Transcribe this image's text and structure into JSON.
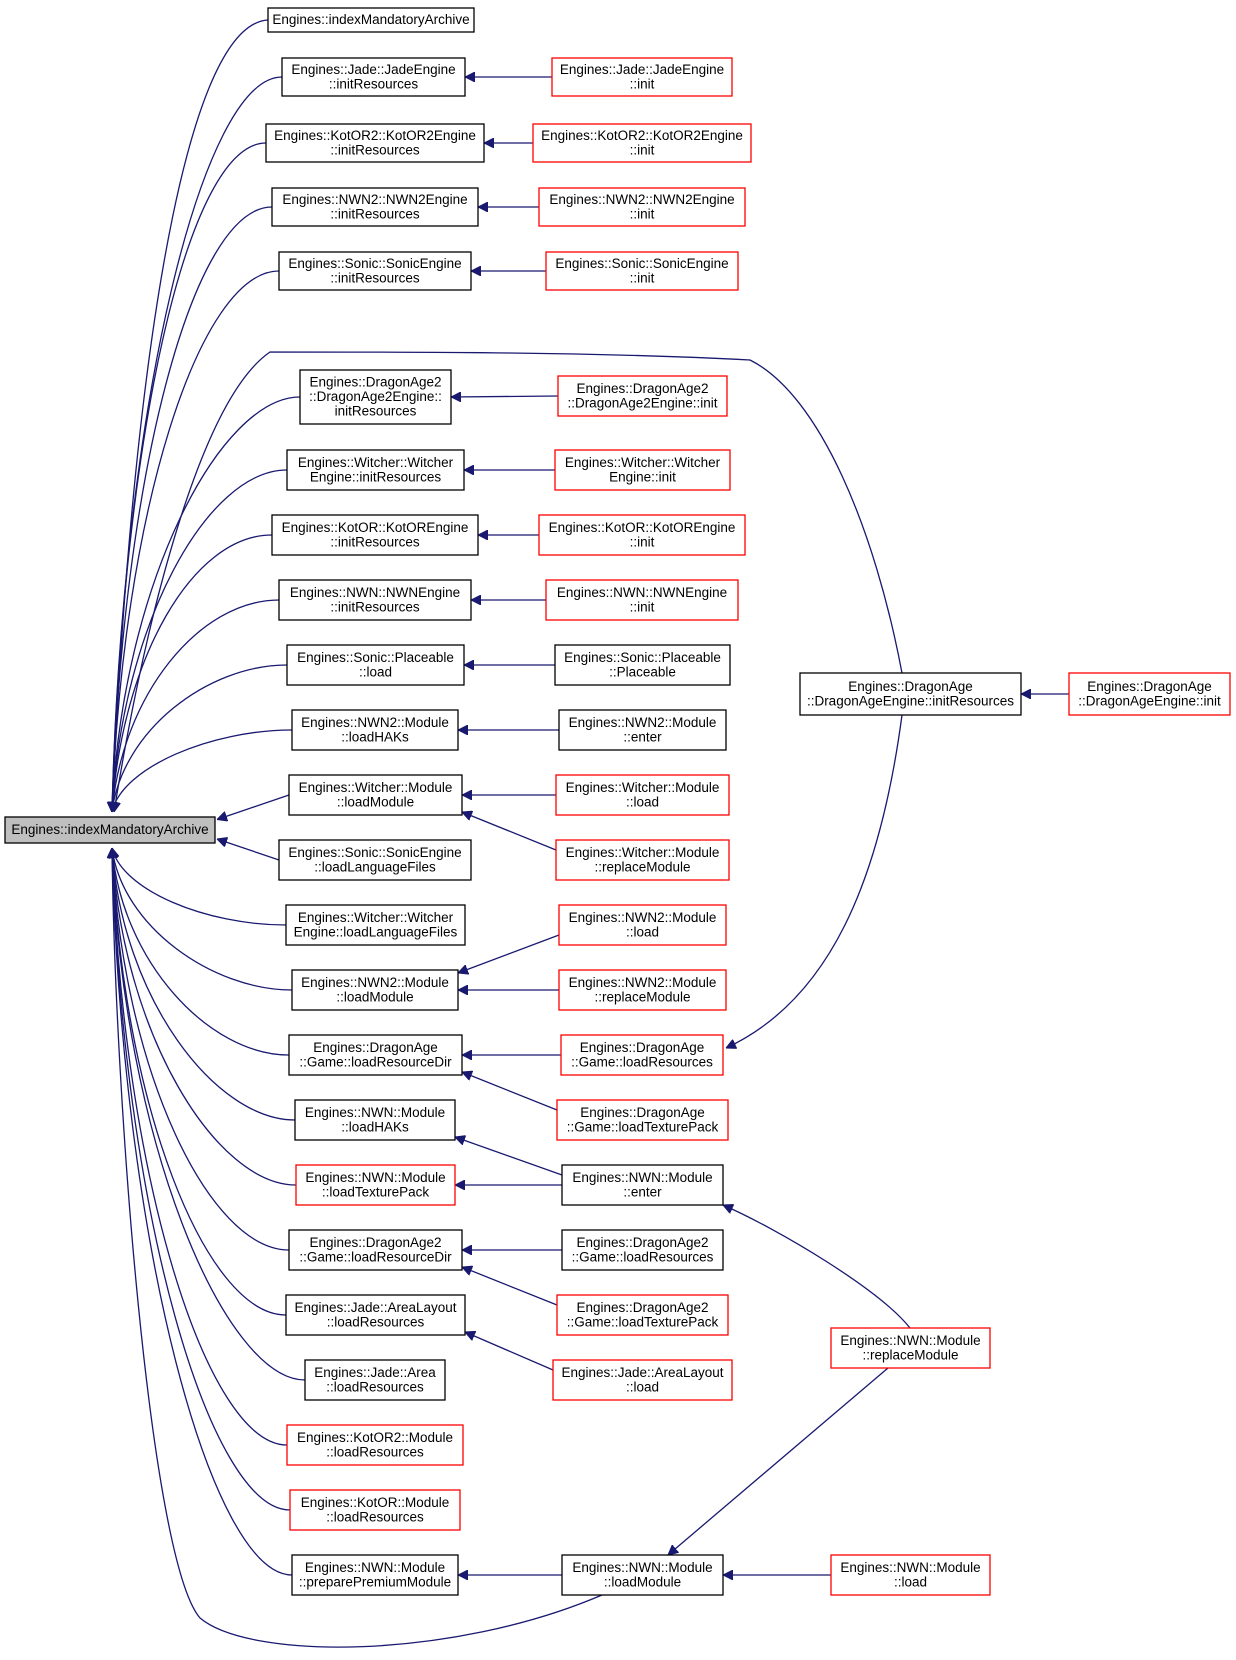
{
  "diagram": {
    "edge_color": "#191970",
    "node_border_colors": {
      "documented": "#000000",
      "truncated": "#ff0000"
    },
    "root_fill": "#bfbfbf",
    "nodes": [
      {
        "id": "root",
        "lines": [
          "Engines::indexMandatoryArchive"
        ],
        "style": "root"
      },
      {
        "id": "n1",
        "lines": [
          "Engines::indexMandatoryArchive"
        ],
        "style": "black"
      },
      {
        "id": "n2",
        "lines": [
          "Engines::Jade::JadeEngine",
          "::initResources"
        ],
        "style": "black"
      },
      {
        "id": "n3",
        "lines": [
          "Engines::KotOR2::KotOR2Engine",
          "::initResources"
        ],
        "style": "black"
      },
      {
        "id": "n4",
        "lines": [
          "Engines::NWN2::NWN2Engine",
          "::initResources"
        ],
        "style": "black"
      },
      {
        "id": "n5",
        "lines": [
          "Engines::Sonic::SonicEngine",
          "::initResources"
        ],
        "style": "black"
      },
      {
        "id": "n6",
        "lines": [
          "Engines::DragonAge2",
          "::DragonAge2Engine::",
          "initResources"
        ],
        "style": "black"
      },
      {
        "id": "n7",
        "lines": [
          "Engines::Witcher::Witcher",
          "Engine::initResources"
        ],
        "style": "black"
      },
      {
        "id": "n8",
        "lines": [
          "Engines::KotOR::KotOREngine",
          "::initResources"
        ],
        "style": "black"
      },
      {
        "id": "n9",
        "lines": [
          "Engines::NWN::NWNEngine",
          "::initResources"
        ],
        "style": "black"
      },
      {
        "id": "n10",
        "lines": [
          "Engines::Sonic::Placeable",
          "::load"
        ],
        "style": "black"
      },
      {
        "id": "n11",
        "lines": [
          "Engines::NWN2::Module",
          "::loadHAKs"
        ],
        "style": "black"
      },
      {
        "id": "n12",
        "lines": [
          "Engines::Witcher::Module",
          "::loadModule"
        ],
        "style": "black"
      },
      {
        "id": "n13",
        "lines": [
          "Engines::Sonic::SonicEngine",
          "::loadLanguageFiles"
        ],
        "style": "black"
      },
      {
        "id": "n14",
        "lines": [
          "Engines::Witcher::Witcher",
          "Engine::loadLanguageFiles"
        ],
        "style": "black"
      },
      {
        "id": "n15",
        "lines": [
          "Engines::NWN2::Module",
          "::loadModule"
        ],
        "style": "black"
      },
      {
        "id": "n16",
        "lines": [
          "Engines::DragonAge",
          "::Game::loadResourceDir"
        ],
        "style": "black"
      },
      {
        "id": "n17",
        "lines": [
          "Engines::NWN::Module",
          "::loadHAKs"
        ],
        "style": "black"
      },
      {
        "id": "n18",
        "lines": [
          "Engines::NWN::Module",
          "::loadTexturePack"
        ],
        "style": "red"
      },
      {
        "id": "n19",
        "lines": [
          "Engines::DragonAge2",
          "::Game::loadResourceDir"
        ],
        "style": "black"
      },
      {
        "id": "n20",
        "lines": [
          "Engines::Jade::AreaLayout",
          "::loadResources"
        ],
        "style": "black"
      },
      {
        "id": "n21",
        "lines": [
          "Engines::Jade::Area",
          "::loadResources"
        ],
        "style": "black"
      },
      {
        "id": "n22",
        "lines": [
          "Engines::KotOR2::Module",
          "::loadResources"
        ],
        "style": "red"
      },
      {
        "id": "n23",
        "lines": [
          "Engines::KotOR::Module",
          "::loadResources"
        ],
        "style": "red"
      },
      {
        "id": "n24",
        "lines": [
          "Engines::NWN::Module",
          "::preparePremiumModule"
        ],
        "style": "black"
      },
      {
        "id": "m1",
        "lines": [
          "Engines::Jade::JadeEngine",
          "::init"
        ],
        "style": "red"
      },
      {
        "id": "m2",
        "lines": [
          "Engines::KotOR2::KotOR2Engine",
          "::init"
        ],
        "style": "red"
      },
      {
        "id": "m3",
        "lines": [
          "Engines::NWN2::NWN2Engine",
          "::init"
        ],
        "style": "red"
      },
      {
        "id": "m4",
        "lines": [
          "Engines::Sonic::SonicEngine",
          "::init"
        ],
        "style": "red"
      },
      {
        "id": "m5",
        "lines": [
          "Engines::DragonAge2",
          "::DragonAge2Engine::init"
        ],
        "style": "red"
      },
      {
        "id": "m6",
        "lines": [
          "Engines::Witcher::Witcher",
          "Engine::init"
        ],
        "style": "red"
      },
      {
        "id": "m7",
        "lines": [
          "Engines::KotOR::KotOREngine",
          "::init"
        ],
        "style": "red"
      },
      {
        "id": "m8",
        "lines": [
          "Engines::NWN::NWNEngine",
          "::init"
        ],
        "style": "red"
      },
      {
        "id": "m9",
        "lines": [
          "Engines::Sonic::Placeable",
          "::Placeable"
        ],
        "style": "black"
      },
      {
        "id": "m10",
        "lines": [
          "Engines::NWN2::Module",
          "::enter"
        ],
        "style": "black"
      },
      {
        "id": "m11",
        "lines": [
          "Engines::Witcher::Module",
          "::load"
        ],
        "style": "red"
      },
      {
        "id": "m12",
        "lines": [
          "Engines::Witcher::Module",
          "::replaceModule"
        ],
        "style": "red"
      },
      {
        "id": "m13",
        "lines": [
          "Engines::NWN2::Module",
          "::load"
        ],
        "style": "red"
      },
      {
        "id": "m14",
        "lines": [
          "Engines::NWN2::Module",
          "::replaceModule"
        ],
        "style": "red"
      },
      {
        "id": "m15",
        "lines": [
          "Engines::DragonAge",
          "::Game::loadResources"
        ],
        "style": "red"
      },
      {
        "id": "m16",
        "lines": [
          "Engines::DragonAge",
          "::Game::loadTexturePack"
        ],
        "style": "red"
      },
      {
        "id": "m17",
        "lines": [
          "Engines::NWN::Module",
          "::enter"
        ],
        "style": "black"
      },
      {
        "id": "m18",
        "lines": [
          "Engines::DragonAge2",
          "::Game::loadResources"
        ],
        "style": "black"
      },
      {
        "id": "m19",
        "lines": [
          "Engines::DragonAge2",
          "::Game::loadTexturePack"
        ],
        "style": "red"
      },
      {
        "id": "m20",
        "lines": [
          "Engines::Jade::AreaLayout",
          "::load"
        ],
        "style": "red"
      },
      {
        "id": "m21",
        "lines": [
          "Engines::NWN::Module",
          "::loadModule"
        ],
        "style": "black"
      },
      {
        "id": "r1",
        "lines": [
          "Engines::DragonAge",
          "::DragonAgeEngine::initResources"
        ],
        "style": "black"
      },
      {
        "id": "r2",
        "lines": [
          "Engines::NWN::Module",
          "::replaceModule"
        ],
        "style": "red"
      },
      {
        "id": "r3",
        "lines": [
          "Engines::NWN::Module",
          "::load"
        ],
        "style": "red"
      },
      {
        "id": "x1",
        "lines": [
          "Engines::DragonAge",
          "::DragonAgeEngine::init"
        ],
        "style": "red"
      }
    ],
    "edges": [
      [
        "n1",
        "root"
      ],
      [
        "n2",
        "root"
      ],
      [
        "n3",
        "root"
      ],
      [
        "n4",
        "root"
      ],
      [
        "n5",
        "root"
      ],
      [
        "r1",
        "root"
      ],
      [
        "n6",
        "root"
      ],
      [
        "n7",
        "root"
      ],
      [
        "n8",
        "root"
      ],
      [
        "n9",
        "root"
      ],
      [
        "n10",
        "root"
      ],
      [
        "n11",
        "root"
      ],
      [
        "n12",
        "root"
      ],
      [
        "n13",
        "root"
      ],
      [
        "n14",
        "root"
      ],
      [
        "n15",
        "root"
      ],
      [
        "n16",
        "root"
      ],
      [
        "n17",
        "root"
      ],
      [
        "n18",
        "root"
      ],
      [
        "n19",
        "root"
      ],
      [
        "n20",
        "root"
      ],
      [
        "n21",
        "root"
      ],
      [
        "n22",
        "root"
      ],
      [
        "n23",
        "root"
      ],
      [
        "n24",
        "root"
      ],
      [
        "m21",
        "root"
      ],
      [
        "m1",
        "n2"
      ],
      [
        "m2",
        "n3"
      ],
      [
        "m3",
        "n4"
      ],
      [
        "m4",
        "n5"
      ],
      [
        "m5",
        "n6"
      ],
      [
        "m6",
        "n7"
      ],
      [
        "m7",
        "n8"
      ],
      [
        "m8",
        "n9"
      ],
      [
        "m9",
        "n10"
      ],
      [
        "m10",
        "n11"
      ],
      [
        "m11",
        "n12"
      ],
      [
        "m12",
        "n12"
      ],
      [
        "m13",
        "n15"
      ],
      [
        "m14",
        "n15"
      ],
      [
        "m15",
        "n16"
      ],
      [
        "m16",
        "n16"
      ],
      [
        "m17",
        "n17"
      ],
      [
        "m17",
        "n18"
      ],
      [
        "m18",
        "n19"
      ],
      [
        "m19",
        "n19"
      ],
      [
        "m20",
        "n20"
      ],
      [
        "m21",
        "n24"
      ],
      [
        "m15",
        "r1"
      ],
      [
        "x1",
        "r1"
      ],
      [
        "r2",
        "m17"
      ],
      [
        "r2",
        "m21"
      ],
      [
        "r3",
        "m21"
      ]
    ]
  }
}
